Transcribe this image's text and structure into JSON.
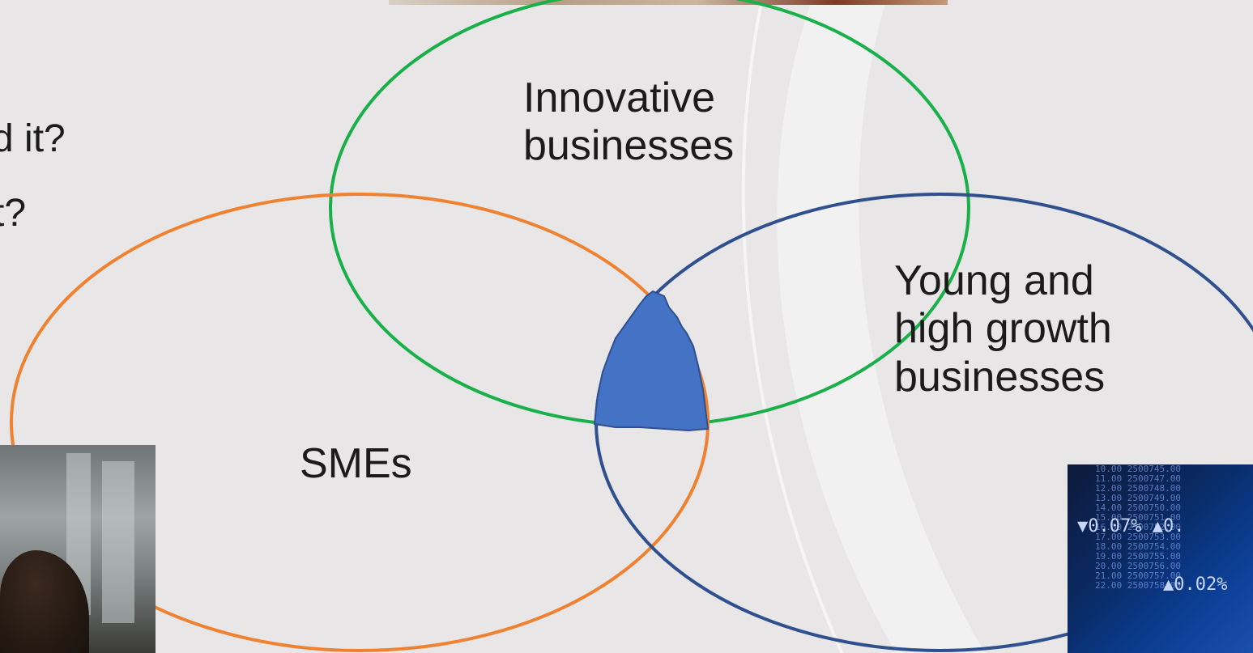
{
  "partial_text": {
    "line1": "d it?",
    "line2": "t?"
  },
  "venn": {
    "sets": [
      {
        "id": "innovative",
        "lines": [
          "Innovative",
          "businesses"
        ],
        "color": "#19b04a"
      },
      {
        "id": "smes",
        "lines": [
          "SMEs"
        ],
        "color": "#ee8231"
      },
      {
        "id": "young",
        "lines": [
          "Young and",
          "high growth",
          "businesses"
        ],
        "color": "#2f4f8f"
      }
    ],
    "intersection_fill": "#4472c4"
  },
  "photos": {
    "right_ticker_lines": "10.00 2500745.00\n11.00 2500747.00\n12.00 2500748.00\n13.00 2500749.00\n14.00 2500750.00\n15.00 2500751.00\n16.00 2500752.00\n17.00 2500753.00\n18.00 2500754.00\n19.00 2500755.00\n20.00 2500756.00\n21.00 2500757.00\n22.00 2500758.00",
    "right_pct_1": "▼0.07%  ▲0.",
    "right_pct_2": "▲0.02%"
  }
}
